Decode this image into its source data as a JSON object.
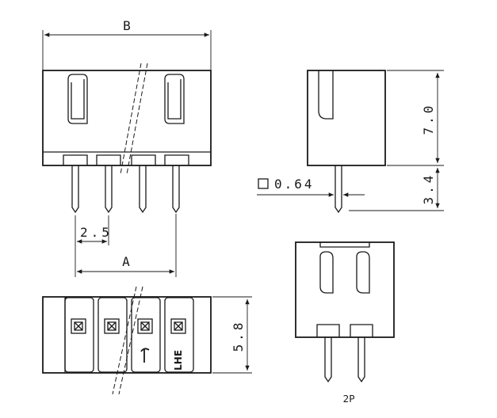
{
  "labels": {
    "dim_b": "B",
    "dim_a": "A",
    "pitch": "2.5",
    "height_body": "7.0",
    "pin_tail": "3.4",
    "pin_square": "0.64",
    "depth": "5.8",
    "variant": "2P",
    "brand_mark": "LHE"
  }
}
